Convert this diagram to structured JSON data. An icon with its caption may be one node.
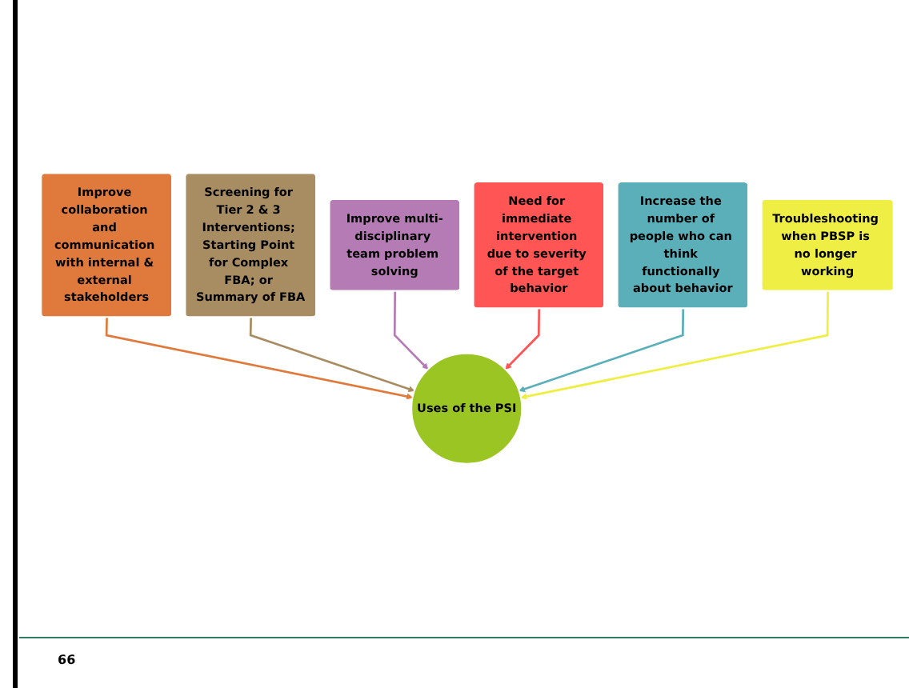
{
  "diagram": {
    "nodes": [
      {
        "text": [
          "Improve collaboration and communication with internal & external stakeholders"
        ]
      },
      {
        "text": [
          "Screening for Tier 2 & 3 Interventions; Starting Point for Complex FBA; or Summary of FBA"
        ]
      },
      {
        "text": [
          "Improve multi-disciplinary team problem solving"
        ]
      },
      {
        "text": [
          "Need for immediate intervention due to severity of the target behavior"
        ]
      },
      {
        "text": [
          "Increase the number of people who can think functionally about behavior"
        ]
      },
      {
        "text": [
          "Uses of the PSI"
        ]
      },
      {
        "text": [
          "Troubleshooting when PBSP is no longer working"
        ]
      }
    ],
    "edges": [
      {
        "from": 0,
        "to": 5,
        "arrow": "to",
        "color": "#e07a3c"
      },
      {
        "from": 1,
        "to": 5,
        "arrow": "to",
        "color": "#a88c62"
      },
      {
        "from": 2,
        "to": 5,
        "arrow": "to",
        "color": "#b57bb4"
      },
      {
        "from": 3,
        "to": 5,
        "arrow": "to",
        "color": "#ff5555"
      },
      {
        "from": 4,
        "to": 5,
        "arrow": "to",
        "color": "#5aafb8"
      },
      {
        "from": 6,
        "to": 5,
        "arrow": "to",
        "color": "#eeee44"
      }
    ],
    "labels": [
      "66"
    ]
  }
}
